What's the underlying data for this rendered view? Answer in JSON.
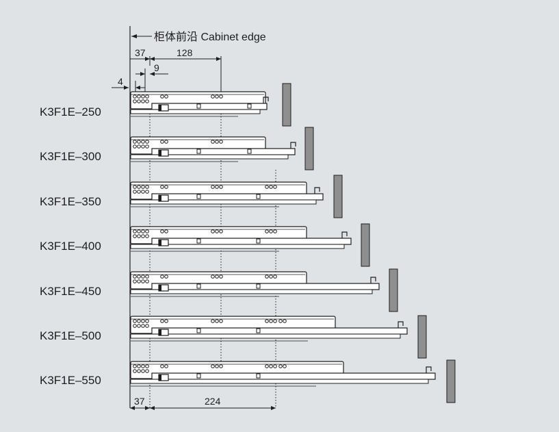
{
  "cabinet_edge_label": "柜体前沿 Cabinet edge",
  "dimensions": {
    "top_37": "37",
    "top_128": "128",
    "top_9": "9",
    "top_4": "4",
    "bottom_37": "37",
    "bottom_224": "224"
  },
  "models": [
    "K3F1E–250",
    "K3F1E–300",
    "K3F1E–350",
    "K3F1E–400",
    "K3F1E–450",
    "K3F1E–500",
    "K3F1E–550"
  ],
  "colors": {
    "background": "#dfe3e6",
    "line": "#1d1d1d",
    "rail_fill": "#ffffff",
    "rear_panel": "#8f8f8f"
  }
}
